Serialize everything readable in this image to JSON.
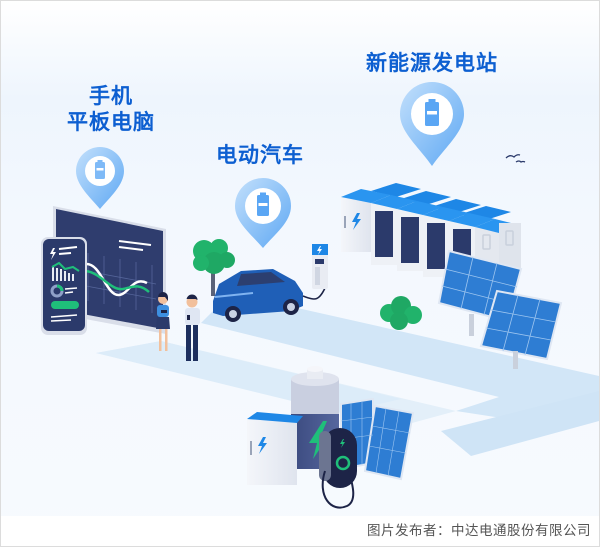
{
  "labels": {
    "devices": [
      "手机",
      "平板电脑"
    ],
    "ev": "电动汽车",
    "station": "新能源发电站"
  },
  "credit": {
    "text": "图片发布者：中达电通股份有限公司"
  },
  "colors": {
    "label_blue": "#0d5fd1",
    "pin_light": "#a9d2fb",
    "pin_mid": "#6fb2f6",
    "battery_blue": "#4a9df2",
    "screen_navy": "#2b3a6b",
    "green_accent": "#1fbf7a",
    "tree_green": "#21b36b",
    "car_blue": "#1f5fb7",
    "cabinet_top": "#1e87e6",
    "path_blue": "#d4e8f8",
    "solar_blue": "#2e7dd3"
  },
  "icons": {
    "pin": "map-pin-battery-icon",
    "bolt": "lightning-bolt-icon"
  }
}
